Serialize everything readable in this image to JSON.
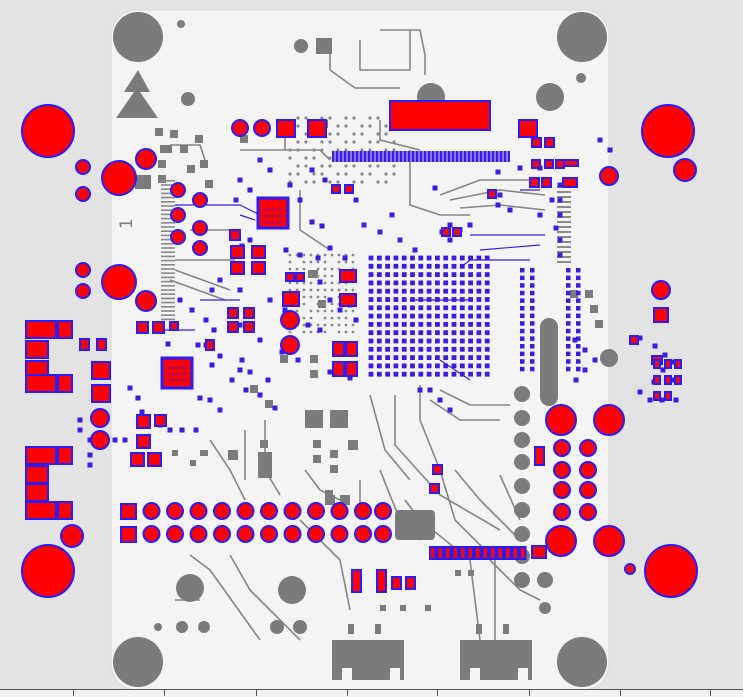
{
  "board": {
    "silkscreen_pin_label": "1"
  },
  "colors": {
    "background": "#e3e3e3",
    "board": "#f4f4f4",
    "copper_top": "#ff0000",
    "copper_outline": "#2a1cff",
    "copper_bottom": "#7b7b7b",
    "via": "#3b1de0",
    "mask": "#ffffff"
  },
  "icons": {
    "pin-one-marker": "silkscreen-text",
    "logo": "stacked-triangle-logo"
  }
}
